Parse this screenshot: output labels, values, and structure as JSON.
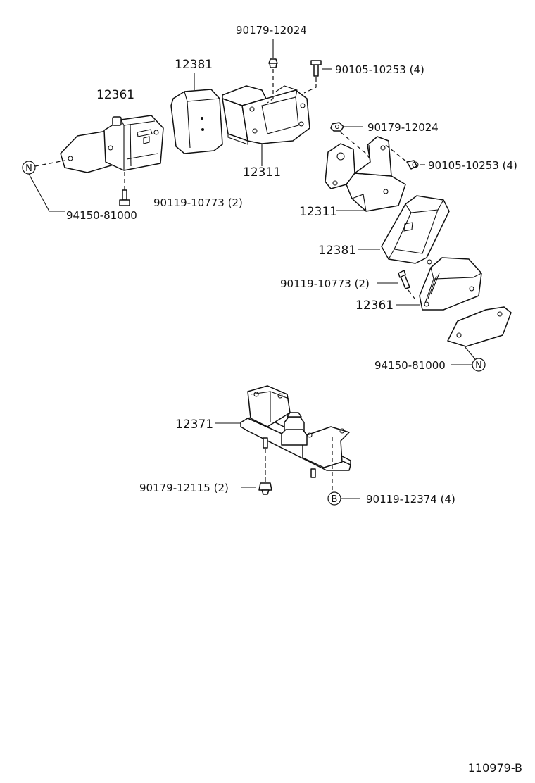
{
  "labels": {
    "l1": "90179-12024",
    "l2": "90105-10253 (4)",
    "l3": "12381",
    "l4": "12361",
    "l5": "12311",
    "l6": "90119-10773 (2)",
    "l7": "94150-81000",
    "l8": "90179-12024",
    "l9": "90105-10253 (4)",
    "l10": "12311",
    "l11": "12381",
    "l12": "90119-10773 (2)",
    "l13": "12361",
    "l14": "94150-81000",
    "l15": "12371",
    "l16": "90179-12115 (2)",
    "l17": "90119-12374 (4)"
  },
  "markers": {
    "n1": "N",
    "n2": "N",
    "b1": "B"
  },
  "footer": {
    "code": "110979-B"
  }
}
